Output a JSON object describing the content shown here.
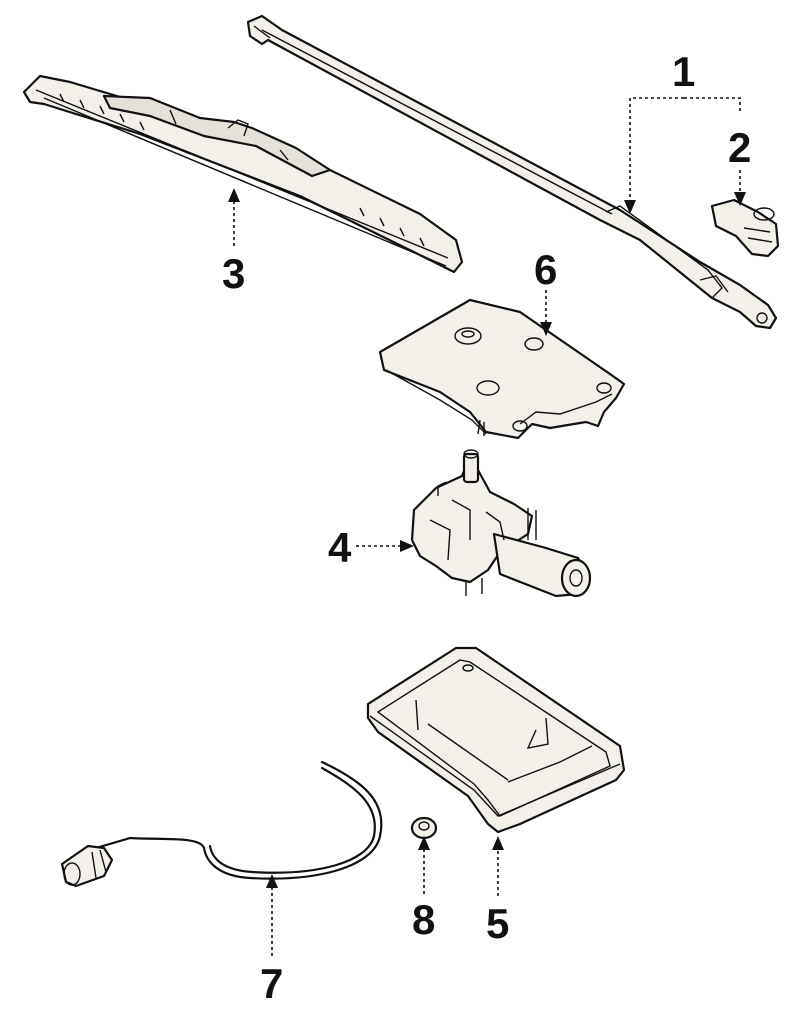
{
  "callouts": {
    "c1": "1",
    "c2": "2",
    "c3": "3",
    "c4": "4",
    "c5": "5",
    "c6": "6",
    "c7": "7",
    "c8": "8"
  },
  "colors": {
    "ink": "#111111",
    "part_fill": "#f3f0ea",
    "background": "#ffffff"
  }
}
